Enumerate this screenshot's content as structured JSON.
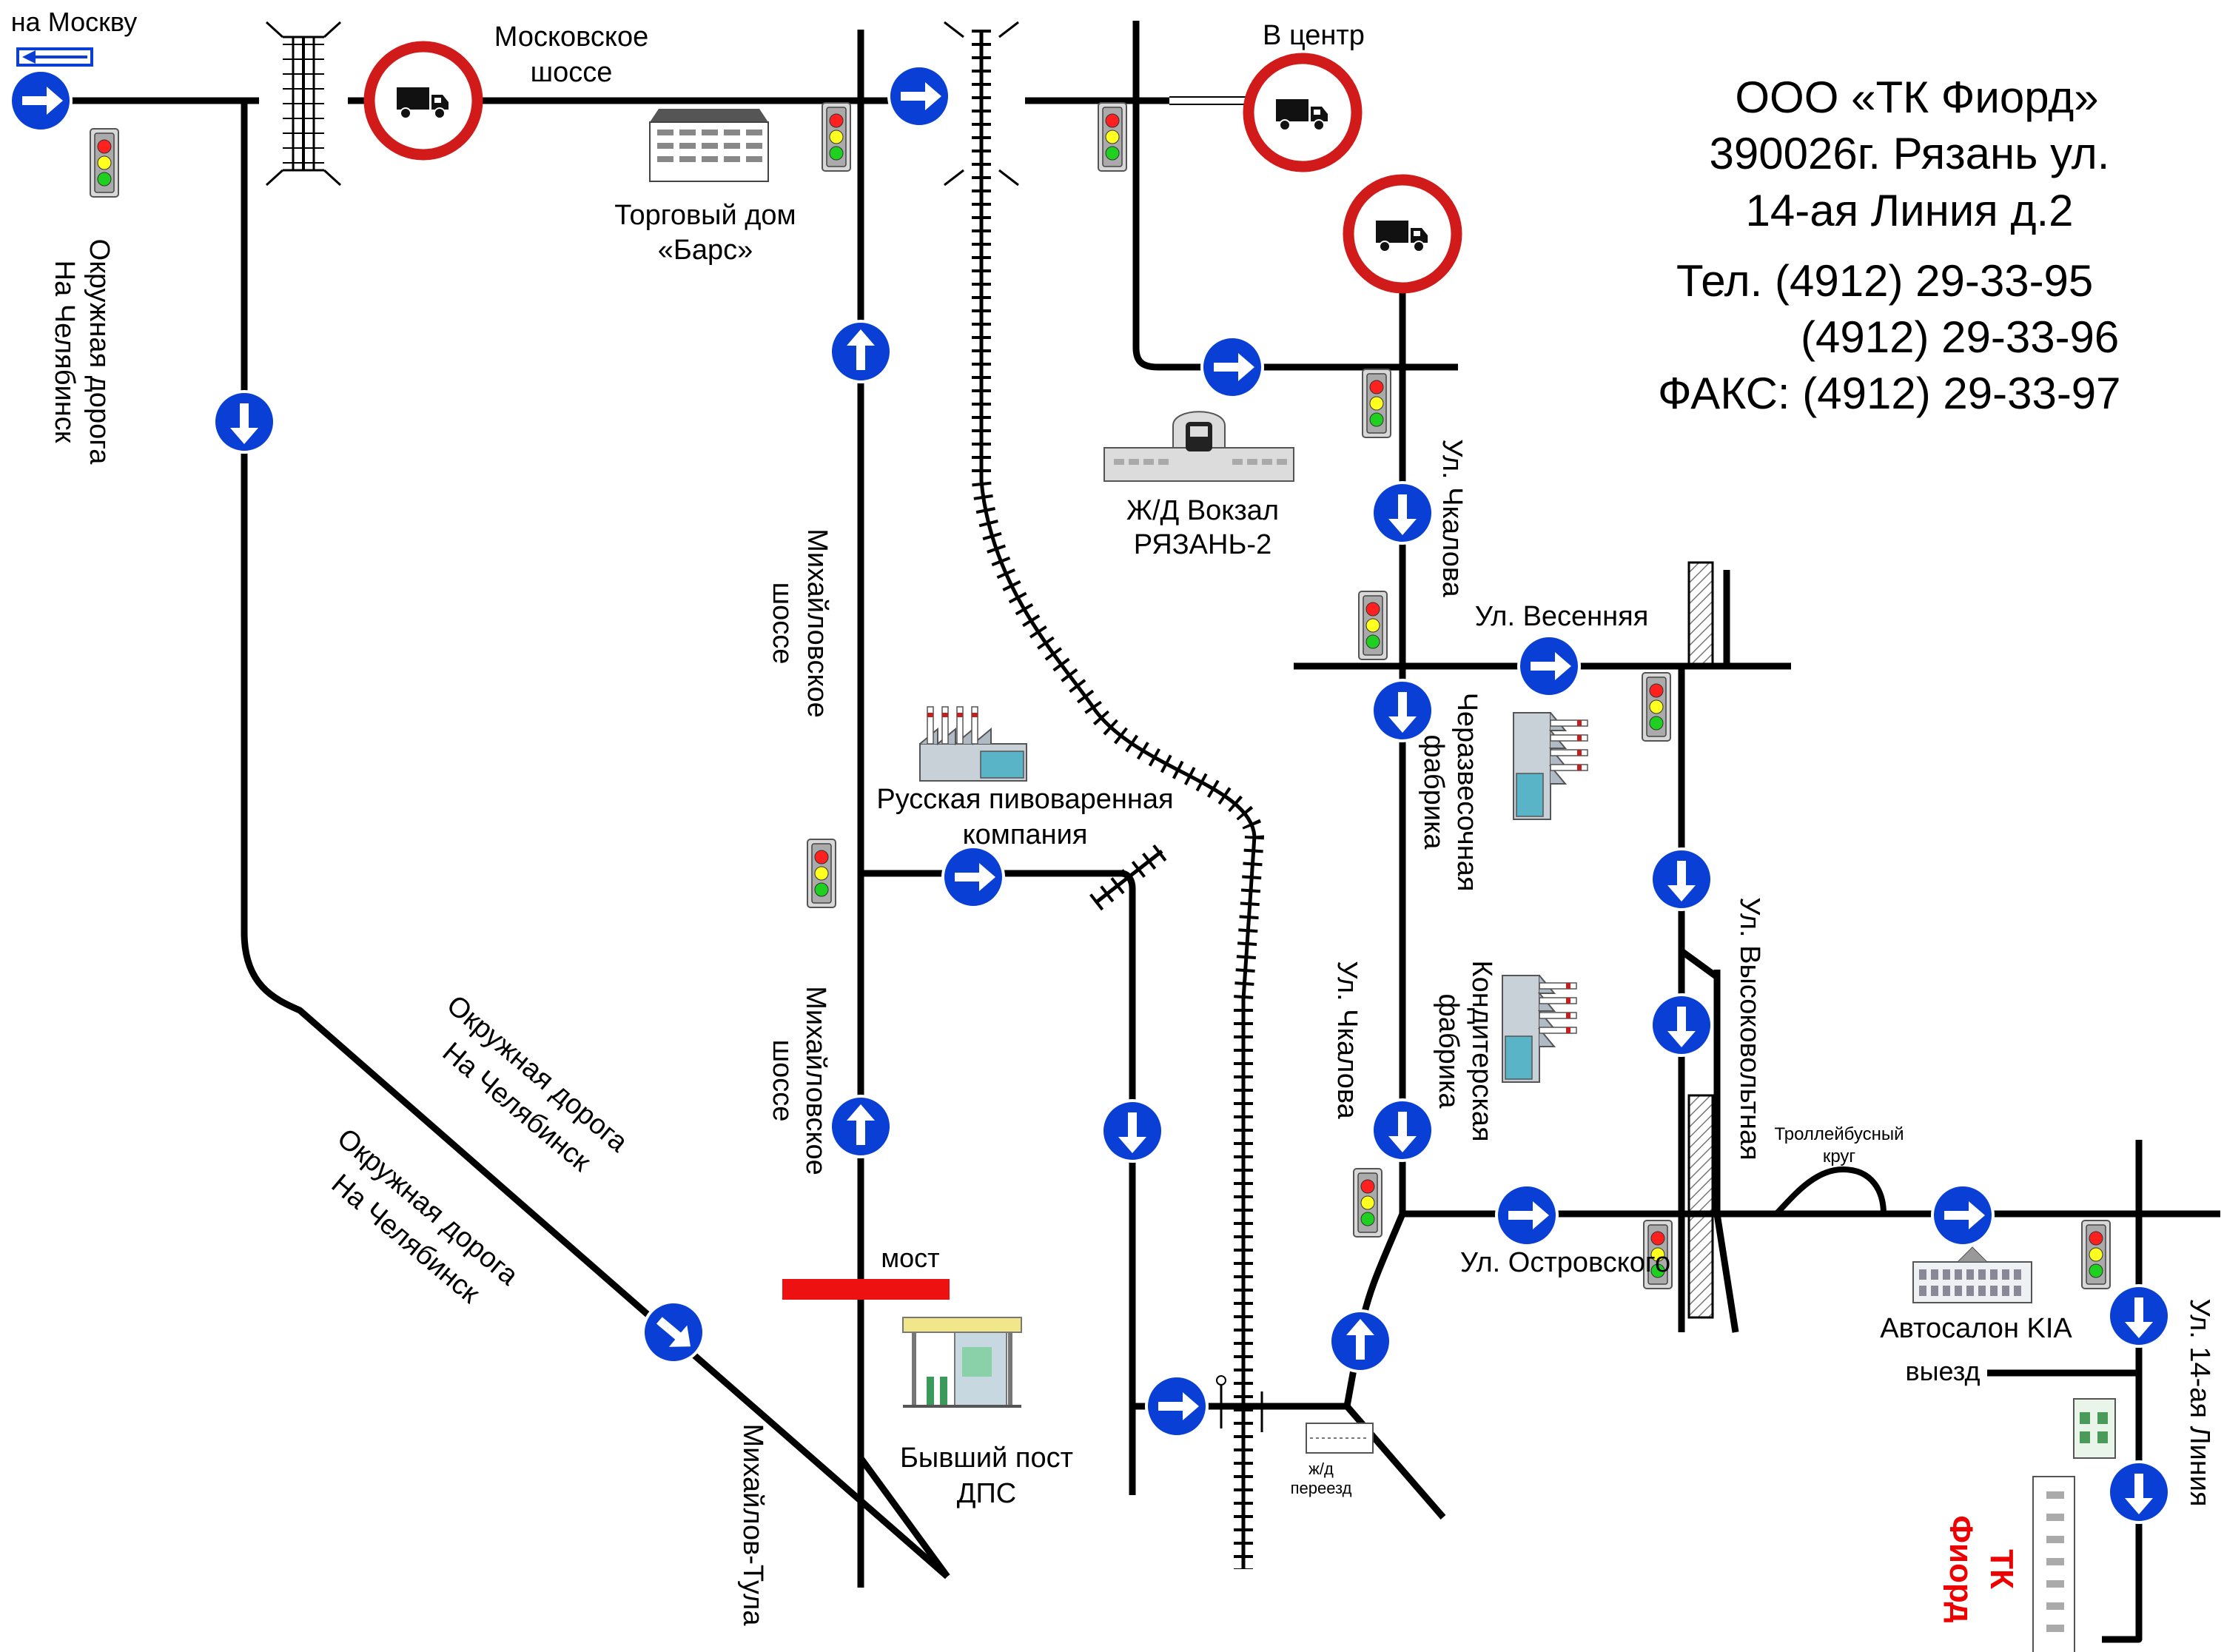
{
  "company": {
    "name": "ООО «ТК Фиорд»",
    "address_line1": "390026г. Рязань ул.",
    "address_line2": "14-ая Линия д.2",
    "phone1": "Тел.  (4912) 29-33-95",
    "phone2": "(4912) 29-33-96",
    "fax": "ФАКС: (4912) 29-33-97"
  },
  "labels": {
    "to_moscow": "на Москву",
    "moskovskoe_1": "Московское",
    "moskovskoe_2": "шоссе",
    "v_centr": "В центр",
    "bars_1": "Торговый дом",
    "bars_2": "«Барс»",
    "vokzal_1": "Ж/Д Вокзал",
    "vokzal_2": "РЯЗАНЬ-2",
    "okruzh_v_1": "Окружная дорога",
    "okruzh_v_2": "На Челябинск",
    "okruzh_d1_1": "Окружная дорога",
    "okruzh_d1_2": "На Челябинск",
    "okruzh_d2_1": "Окружная дорога",
    "okruzh_d2_2": "На Челябинск",
    "mikh_top_1": "Михайловское",
    "mikh_top_2": "шоссе",
    "mikh_bot_1": "Михайловское",
    "mikh_bot_2": "шоссе",
    "brewery_1": "Русская пивоваренная",
    "brewery_2": "компания",
    "most": "мост",
    "dps_1": "Бывший пост",
    "dps_2": "ДПС",
    "mikh_tula": "Михайлов-Тула",
    "chkalova_top": "Ул. Чкалова",
    "chkalova_bot": "Ул. Чкалова",
    "vesennyaya": "Ул. Весенняя",
    "cherez_1": "Черазвесочная",
    "cherez_2": "фабрика",
    "konditer_1": "Кондитерская",
    "konditer_2": "фабрика",
    "vysokovoltnaya": "Ул. Высоковольтная",
    "trolley_1": "Троллейбусный",
    "trolley_2": "круг",
    "ostrovskogo": "Ул. Островского",
    "kia": "Автосалон KIA",
    "vyezd": "выезд",
    "liniya14": "Ул. 14-ая Линия",
    "crossing_1": "ж/д",
    "crossing_2": "переезд",
    "tk_1": "ТК",
    "tk_2": "Фиорд"
  },
  "colors": {
    "road": "#000000",
    "sign_blue": "#0a3fd6",
    "sign_red": "#d11a1a",
    "bridge": "#ee1111",
    "destination": "#ee0000"
  },
  "icons": [
    "arrow-sign-icon",
    "no-trucks-sign-icon",
    "traffic-light-icon",
    "railway-icon",
    "building-icon",
    "factory-icon",
    "train-station-icon",
    "gas-station-icon"
  ]
}
